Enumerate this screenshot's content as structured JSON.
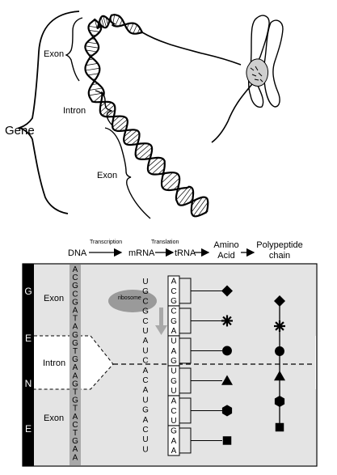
{
  "labels": {
    "gene": "Gene",
    "exon_top": "Exon",
    "intron_top": "Intron",
    "exon_mid": "Exon"
  },
  "flow": {
    "dna": "DNA",
    "transcription": "Transcription",
    "mrna": "mRNA",
    "translation": "Translation",
    "trna": "tRNA",
    "amino_line1": "Amino",
    "amino_line2": "Acid",
    "poly_line1": "Polypeptide",
    "poly_line2": "chain"
  },
  "side_letters": [
    "G",
    "E",
    "N",
    "E"
  ],
  "region_labels": [
    "Exon",
    "Intron",
    "Exon"
  ],
  "ribosome_label": "ribosome",
  "dna_sequence": [
    "A",
    "C",
    "G",
    "C",
    "G",
    "A",
    "T",
    "A",
    "G",
    "G",
    "T",
    "G",
    "A",
    "A",
    "G",
    "T",
    "G",
    "T",
    "A",
    "C",
    "T",
    "G",
    "A",
    "A"
  ],
  "mrna_sequence": [
    "U",
    "G",
    "C",
    "G",
    "C",
    "U",
    "A",
    "U",
    "C",
    "A",
    "C",
    "A",
    "U",
    "G",
    "A",
    "C",
    "U",
    "U"
  ],
  "trna_codons": [
    [
      "A",
      "C",
      "G"
    ],
    [
      "C",
      "G",
      "A"
    ],
    [
      "U",
      "A",
      "G"
    ],
    [
      "U",
      "G",
      "U"
    ],
    [
      "A",
      "C",
      "U"
    ],
    [
      "G",
      "A",
      "A"
    ]
  ],
  "amino_shapes": [
    "diamond",
    "asterisk",
    "circle",
    "triangle",
    "hexagon",
    "square"
  ],
  "colors": {
    "black_bar": "#000000",
    "panel_bg": "#e4e4e4",
    "dna_band": "#a8a8a8",
    "ribosome": "#9a9a9a"
  }
}
